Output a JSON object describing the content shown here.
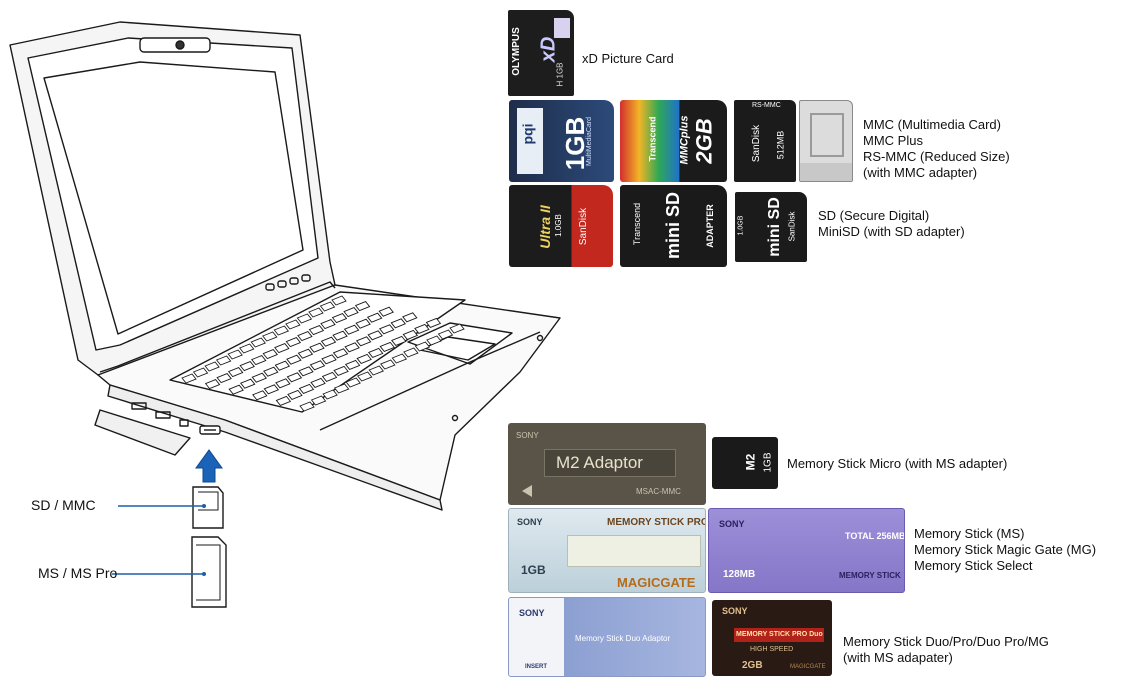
{
  "laptop": {
    "slot_labels": {
      "sd_mmc": "SD / MMC",
      "ms_pro": "MS / MS Pro"
    }
  },
  "groups": {
    "xd": {
      "lines": [
        "xD Picture Card"
      ]
    },
    "mmc": {
      "lines": [
        "MMC (Multimedia Card)",
        "MMC Plus",
        "RS-MMC (Reduced Size)",
        "(with MMC adapter)"
      ]
    },
    "sd": {
      "lines": [
        "SD (Secure Digital)",
        "MiniSD (with SD adapter)"
      ]
    },
    "ms_micro": {
      "lines": [
        "Memory Stick Micro (with MS adapter)"
      ]
    },
    "ms": {
      "lines": [
        "Memory Stick (MS)",
        "Memory Stick Magic Gate (MG)",
        "Memory Stick Select"
      ]
    },
    "ms_duo": {
      "lines": [
        "Memory Stick Duo/Pro/Duo Pro/MG",
        "(with MS adapater)"
      ]
    }
  },
  "cards": {
    "xd": {
      "brand": "OLYMPUS",
      "logo": "xD",
      "size": "H 1GB"
    },
    "mmc1": {
      "brand": "pqi",
      "size": "1GB",
      "type": "MultiMediaCard"
    },
    "mmc2": {
      "brand": "Transcend",
      "type": "MMCplus",
      "size": "2GB"
    },
    "rsmmc": {
      "top": "RS-MMC",
      "brand": "SanDisk",
      "size": "512MB"
    },
    "sd1": {
      "brand": "SanDisk",
      "type": "Ultra II",
      "size": "1.0GB"
    },
    "sd_adapter": {
      "brand": "Transcend",
      "type": "mini SD",
      "label": "ADAPTER"
    },
    "minisd": {
      "size": "1.0GB",
      "type": "mini SD",
      "brand": "SanDisk"
    },
    "m2": {
      "brand": "SONY",
      "label": "M2 Adaptor",
      "model": "MSAC-MMC"
    },
    "m2_card": {
      "type": "M2",
      "size": "1GB"
    },
    "ms_pro": {
      "brand": "SONY",
      "type": "MEMORY STICK PRO",
      "size": "1GB",
      "gate": "MAGICGATE"
    },
    "ms_select": {
      "brand": "SONY",
      "model": "TOTAL 256MB",
      "size": "128MB",
      "type": "MEMORY STICK"
    },
    "duo_adapter": {
      "brand": "SONY",
      "label": "Memory Stick Duo Adaptor",
      "tag": "INSERT"
    },
    "ms_pro_duo": {
      "brand": "SONY",
      "type": "MEMORY STICK PRO Duo",
      "speed": "HIGH SPEED",
      "size": "2GB",
      "gate": "MAGICGATE"
    }
  },
  "colors": {
    "arrow": "#1a63b8",
    "leader": "#1e5fa8"
  }
}
